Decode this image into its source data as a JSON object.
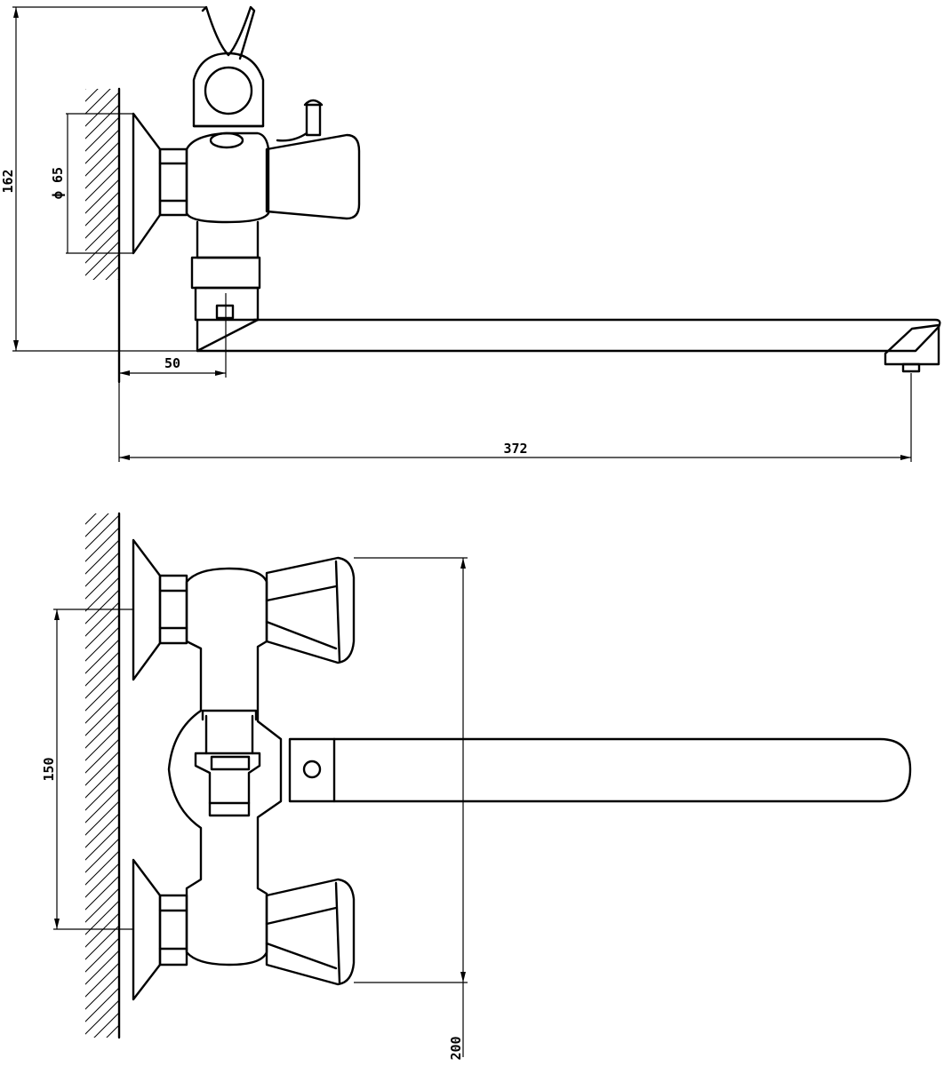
{
  "dimensions": {
    "total_height": "162",
    "flange_diameter": "ϕ 65",
    "spout_offset": "50",
    "spout_length": "372",
    "inlet_spacing": "150",
    "front_height": "200"
  }
}
